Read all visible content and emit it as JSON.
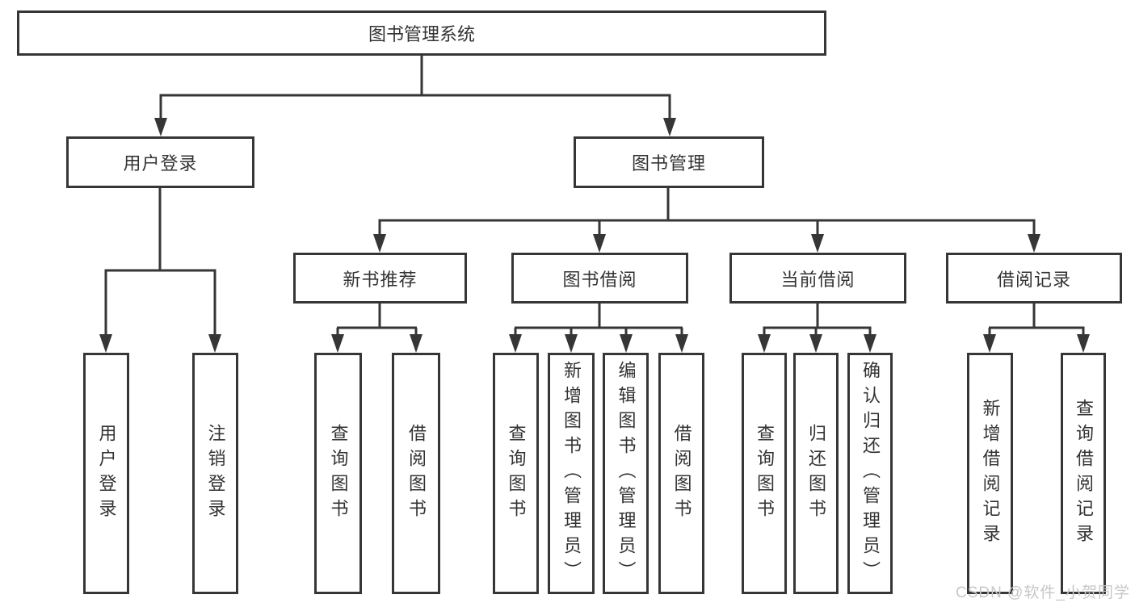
{
  "tree": {
    "root": {
      "label": "图书管理系统"
    },
    "branches": [
      {
        "label": "用户登录",
        "children": [
          {
            "label": "用户登录"
          },
          {
            "label": "注销登录"
          }
        ]
      },
      {
        "label": "图书管理",
        "sections": [
          {
            "label": "新书推荐",
            "children": [
              {
                "label": "查询图书"
              },
              {
                "label": "借阅图书"
              }
            ]
          },
          {
            "label": "图书借阅",
            "children": [
              {
                "label": "查询图书"
              },
              {
                "label": "新增图书（管理员）"
              },
              {
                "label": "编辑图书（管理员）"
              },
              {
                "label": "借阅图书"
              }
            ]
          },
          {
            "label": "当前借阅",
            "children": [
              {
                "label": "查询图书"
              },
              {
                "label": "归还图书"
              },
              {
                "label": "确认归还（管理员）"
              }
            ]
          },
          {
            "label": "借阅记录",
            "children": [
              {
                "label": "新增借阅记录"
              },
              {
                "label": "查询借阅记录"
              }
            ]
          }
        ]
      }
    ]
  },
  "watermark": "CSDN @软件_小贺同学",
  "colors": {
    "line": "#363636",
    "text": "#333333",
    "watermark": "#c7c7c7"
  }
}
